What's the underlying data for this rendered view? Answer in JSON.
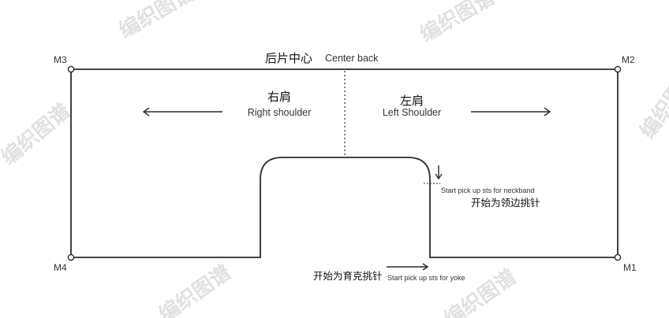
{
  "watermark": "编织图谱",
  "center": {
    "zh": "后片中心",
    "en": "Center back"
  },
  "right_shoulder": {
    "zh": "右肩",
    "en": "Right shoulder"
  },
  "left_shoulder": {
    "zh": "左肩",
    "en": "Left Shoulder"
  },
  "neckband": {
    "en": "Start pick up sts for neckband",
    "zh": "开始为领边挑针"
  },
  "yoke": {
    "zh": "开始为育克挑针",
    "en": "Start pick up sts for yoke"
  },
  "markers": {
    "m1": "M1",
    "m2": "M2",
    "m3": "M3",
    "m4": "M4"
  },
  "colors": {
    "line": "#2b2b2b",
    "watermark": "#c9c9c9"
  }
}
